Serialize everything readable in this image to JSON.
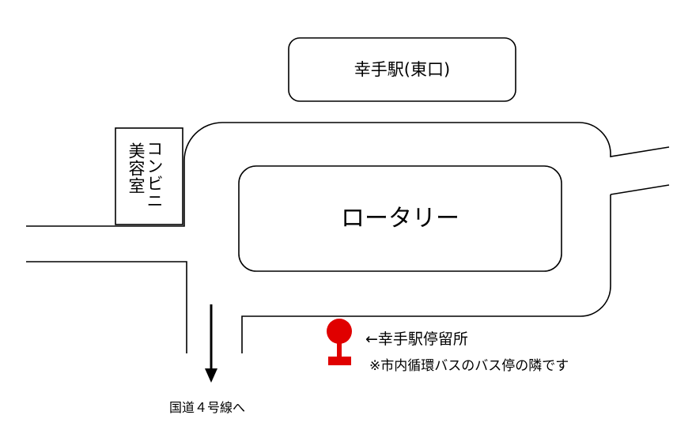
{
  "map": {
    "station_label": "幸手駅(東口)",
    "rotary_label": "ロータリー",
    "convenience_store_label": "コンビニ",
    "beauty_salon_label": "美容室",
    "bus_stop_label": "←幸手駅停留所",
    "bus_stop_note": "※市内循環バスのバス停の隣です",
    "route_label": "国道４号線へ",
    "colors": {
      "bus_stop": "#e00000",
      "lines": "#000000"
    },
    "icons": {
      "bus_stop": "bus-stop-marker-icon",
      "direction": "arrow-down-icon"
    }
  }
}
